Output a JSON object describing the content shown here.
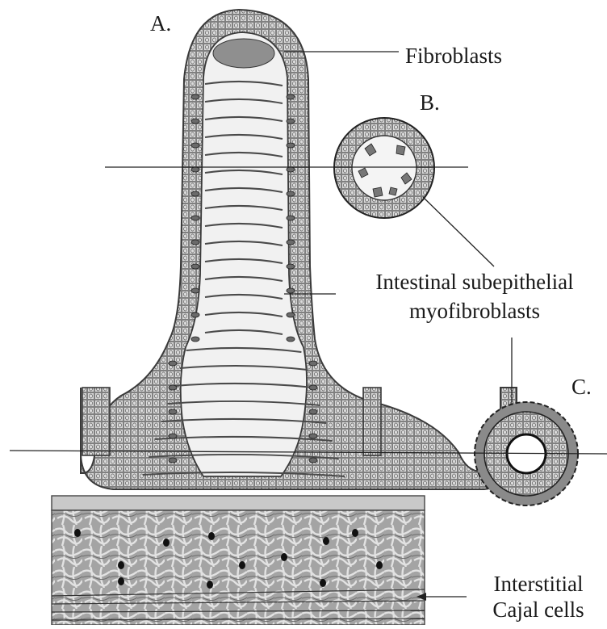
{
  "figure": {
    "panel_labels": {
      "a": "A.",
      "b": "B.",
      "c": "C."
    },
    "labels": {
      "fibroblasts": "Fibroblasts",
      "myofibroblasts_line1": "Intestinal subepithelial",
      "myofibroblasts_line2": "myofibroblasts",
      "cajal_line1": "Interstitial",
      "cajal_line2": "Cajal cells"
    },
    "colors": {
      "epithelium_fill": "#d7d7d7",
      "cell_outline": "#555555",
      "core_fill": "#f1f1f1",
      "myofibroblast": "#6a6a6a",
      "muscle_layer": "#9a9a9a",
      "muscle_dark": "#5b5b5b",
      "nucleus": "#111111",
      "line": "#222222"
    }
  }
}
